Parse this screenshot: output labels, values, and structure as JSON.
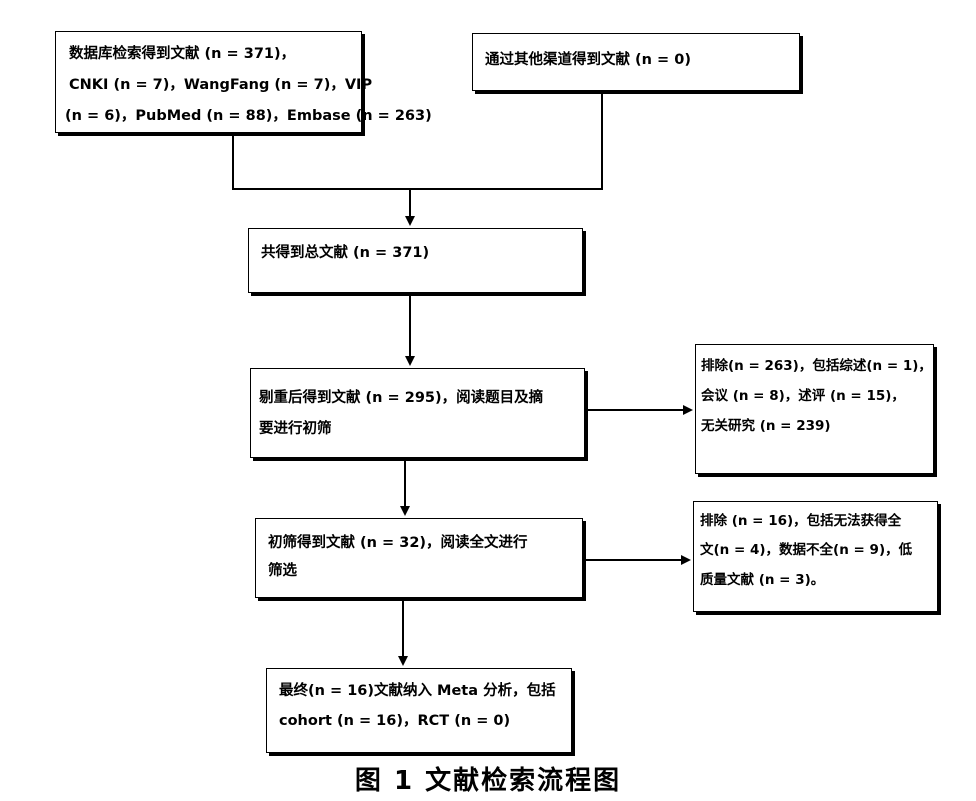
{
  "boxes": {
    "db_search": {
      "line1": "数据库检索得到文献 (n = 371)，",
      "line2": "CNKI (n = 7)，WangFang (n = 7)，VIP",
      "line3": "(n = 6)，PubMed (n = 88)，Embase (n = 263)"
    },
    "other_sources": {
      "line1": "通过其他渠道得到文献 (n = 0)"
    },
    "total": {
      "line1": "共得到总文献 (n = 371)"
    },
    "dedup": {
      "line1": "剔重后得到文献 (n = 295)，阅读题目及摘",
      "line2": "要进行初筛"
    },
    "exclude1": {
      "line1": "排除(n = 263)，包括综述(n = 1)，",
      "line2": "会议 (n = 8)，述评 (n = 15)，",
      "line3": "无关研究  (n = 239)"
    },
    "screen": {
      "line1": "初筛得到文献 (n = 32)，阅读全文进行",
      "line2": "筛选"
    },
    "exclude2": {
      "line1": "排除 (n = 16)，包括无法获得全",
      "line2": "文(n = 4)，数据不全(n = 9)，低",
      "line3": "质量文献 (n = 3)。"
    },
    "final": {
      "line1": "最终(n = 16)文献纳入 Meta 分析，包括",
      "line2": "cohort (n = 16)，RCT (n = 0)"
    }
  },
  "caption": "图 1   文献检索流程图"
}
